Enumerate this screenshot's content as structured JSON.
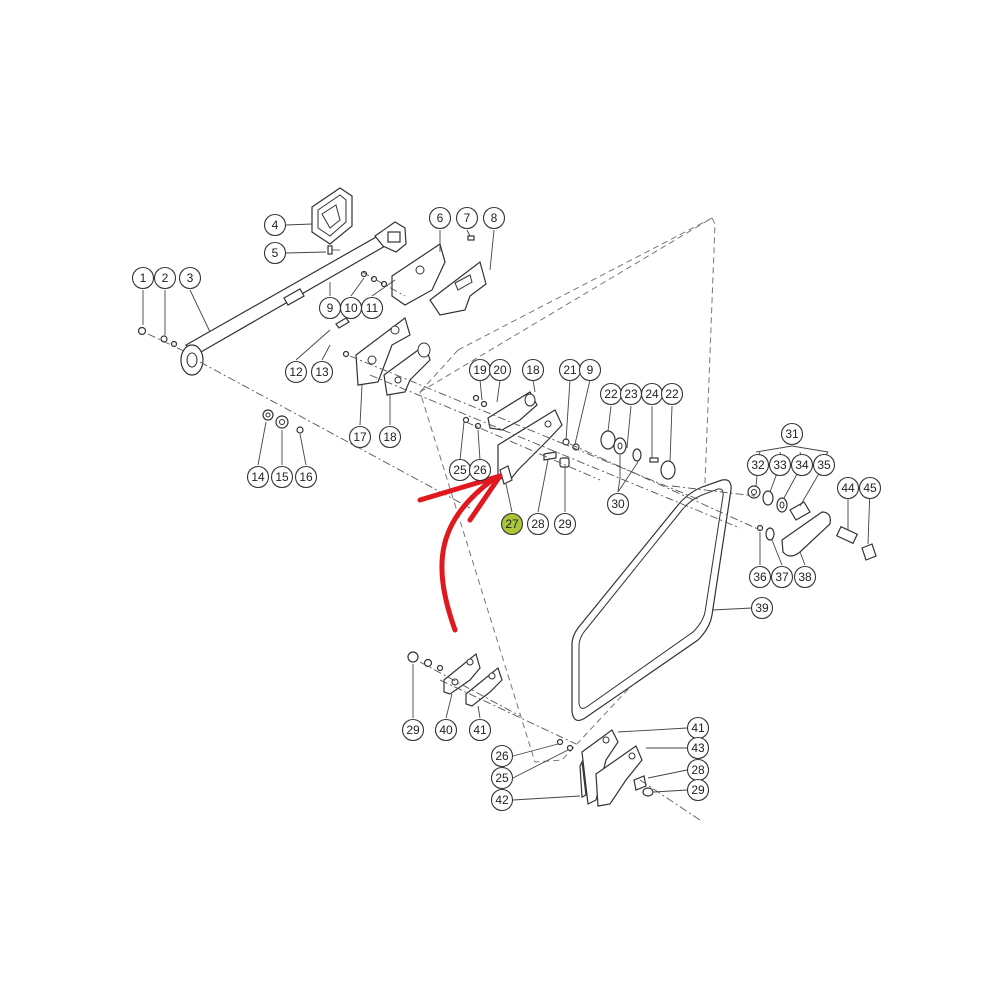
{
  "diagram": {
    "highlight_color": "#a9c63a",
    "arrow_color": "#e0191e",
    "highlighted_label": "27",
    "callouts": [
      {
        "label": "1"
      },
      {
        "label": "2"
      },
      {
        "label": "3"
      },
      {
        "label": "4"
      },
      {
        "label": "5"
      },
      {
        "label": "6"
      },
      {
        "label": "7"
      },
      {
        "label": "8"
      },
      {
        "label": "9"
      },
      {
        "label": "10"
      },
      {
        "label": "11"
      },
      {
        "label": "12"
      },
      {
        "label": "13"
      },
      {
        "label": "14"
      },
      {
        "label": "15"
      },
      {
        "label": "16"
      },
      {
        "label": "17"
      },
      {
        "label": "18"
      },
      {
        "label": "19"
      },
      {
        "label": "20"
      },
      {
        "label": "18"
      },
      {
        "label": "21"
      },
      {
        "label": "9"
      },
      {
        "label": "22"
      },
      {
        "label": "23"
      },
      {
        "label": "24"
      },
      {
        "label": "22"
      },
      {
        "label": "25"
      },
      {
        "label": "26"
      },
      {
        "label": "27"
      },
      {
        "label": "28"
      },
      {
        "label": "29"
      },
      {
        "label": "30"
      },
      {
        "label": "31"
      },
      {
        "label": "32"
      },
      {
        "label": "33"
      },
      {
        "label": "34"
      },
      {
        "label": "35"
      },
      {
        "label": "44"
      },
      {
        "label": "45"
      },
      {
        "label": "36"
      },
      {
        "label": "37"
      },
      {
        "label": "38"
      },
      {
        "label": "39"
      },
      {
        "label": "29"
      },
      {
        "label": "40"
      },
      {
        "label": "41"
      },
      {
        "label": "41"
      },
      {
        "label": "43"
      },
      {
        "label": "28"
      },
      {
        "label": "29"
      },
      {
        "label": "26"
      },
      {
        "label": "25"
      },
      {
        "label": "42"
      }
    ]
  }
}
